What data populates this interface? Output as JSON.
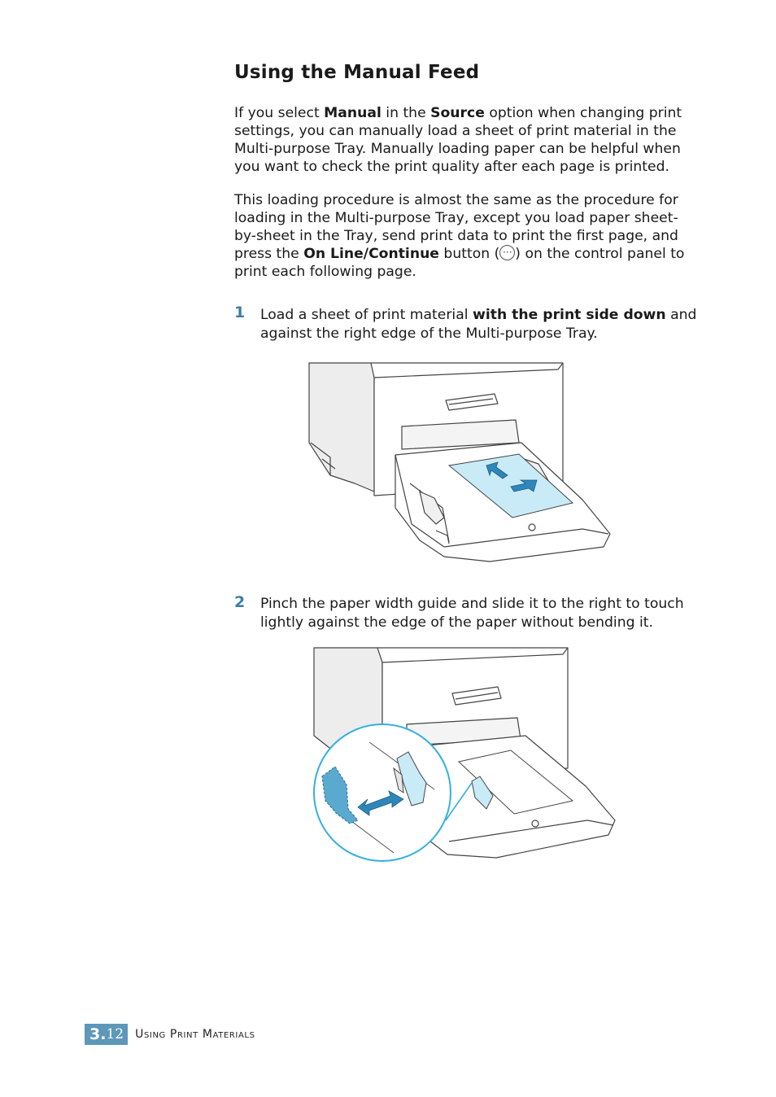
{
  "section_title": "Using the Manual Feed",
  "intro": {
    "t1": "If you select ",
    "b1": "Manual",
    "t2": " in the ",
    "b2": "Source",
    "t3": " option when changing print settings, you can manually load a sheet of print material in the Multi-purpose Tray. Manually loading paper can be helpful when you want to check the print quality after each page is printed."
  },
  "procedure": {
    "t1": "This loading procedure is almost the same as the procedure for loading in the Multi-purpose Tray, except you load paper sheet-by-sheet in the Tray, send print data to print the first page, and press the ",
    "b1": "On Line/Continue",
    "t2": " button (",
    "t3": ") on the control panel to print each following page.",
    "button_icon": "online-continue-button-icon"
  },
  "steps": [
    {
      "number": "1",
      "t1": "Load a sheet of print material ",
      "b1": "with the print side down",
      "t2": " and against the right edge of the Multi-purpose Tray."
    },
    {
      "number": "2",
      "t1": "Pinch the paper width guide and slide it to the right to touch lightly against the edge of the paper without bending it."
    }
  ],
  "footer": {
    "chapter": "3.",
    "page": "12",
    "running_head": "Using Print Materials"
  },
  "colors": {
    "accent": "#5d97b9",
    "step_number": "#3d7ea6",
    "paper": "#c9eaf7",
    "arrow": "#2f86b8",
    "highlight_circle": "#33b0e0"
  }
}
